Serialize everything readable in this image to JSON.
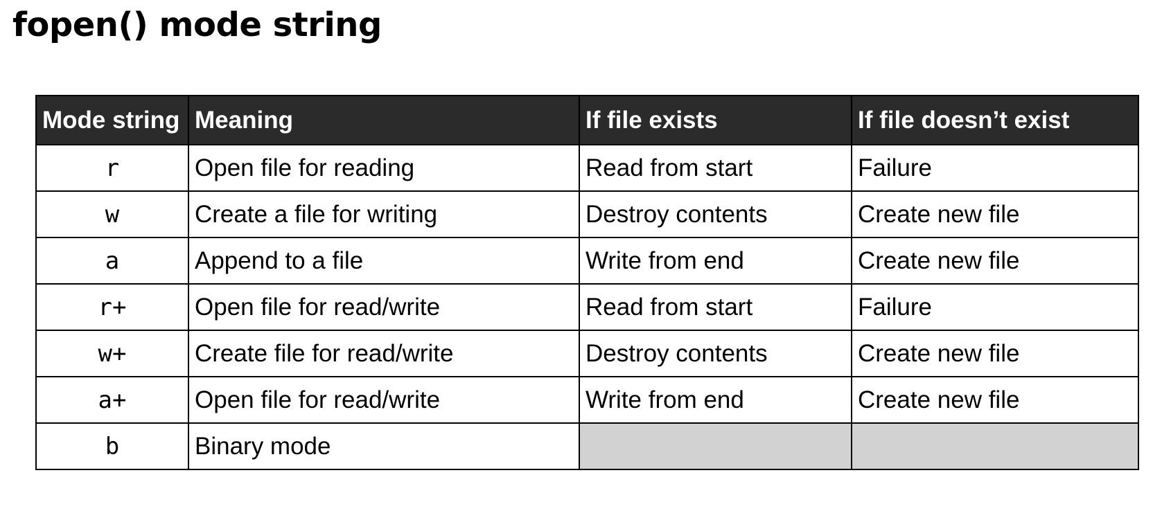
{
  "title": "fopen() mode string",
  "table": {
    "headers": [
      "Mode string",
      "Meaning",
      "If file exists",
      "If file doesn’t exist"
    ],
    "rows": [
      {
        "mode": "r",
        "meaning": "Open file for reading",
        "exists": "Read from start",
        "not_exists": "Failure"
      },
      {
        "mode": "w",
        "meaning": "Create a file for writing",
        "exists": "Destroy contents",
        "not_exists": "Create new file"
      },
      {
        "mode": "a",
        "meaning": "Append to a file",
        "exists": "Write from end",
        "not_exists": "Create new file"
      },
      {
        "mode": "r+",
        "meaning": "Open file for read/write",
        "exists": "Read from start",
        "not_exists": "Failure"
      },
      {
        "mode": "w+",
        "meaning": "Create file for read/write",
        "exists": "Destroy contents",
        "not_exists": "Create new file"
      },
      {
        "mode": "a+",
        "meaning": "Open file for read/write",
        "exists": "Write from end",
        "not_exists": "Create new file"
      },
      {
        "mode": "b",
        "meaning": "Binary mode",
        "exists": "",
        "not_exists": ""
      }
    ]
  },
  "colors": {
    "header_bg": "#2b2b2b",
    "header_text": "#ffffff",
    "empty_cell_bg": "#d2d2d2",
    "border": "#000000"
  }
}
